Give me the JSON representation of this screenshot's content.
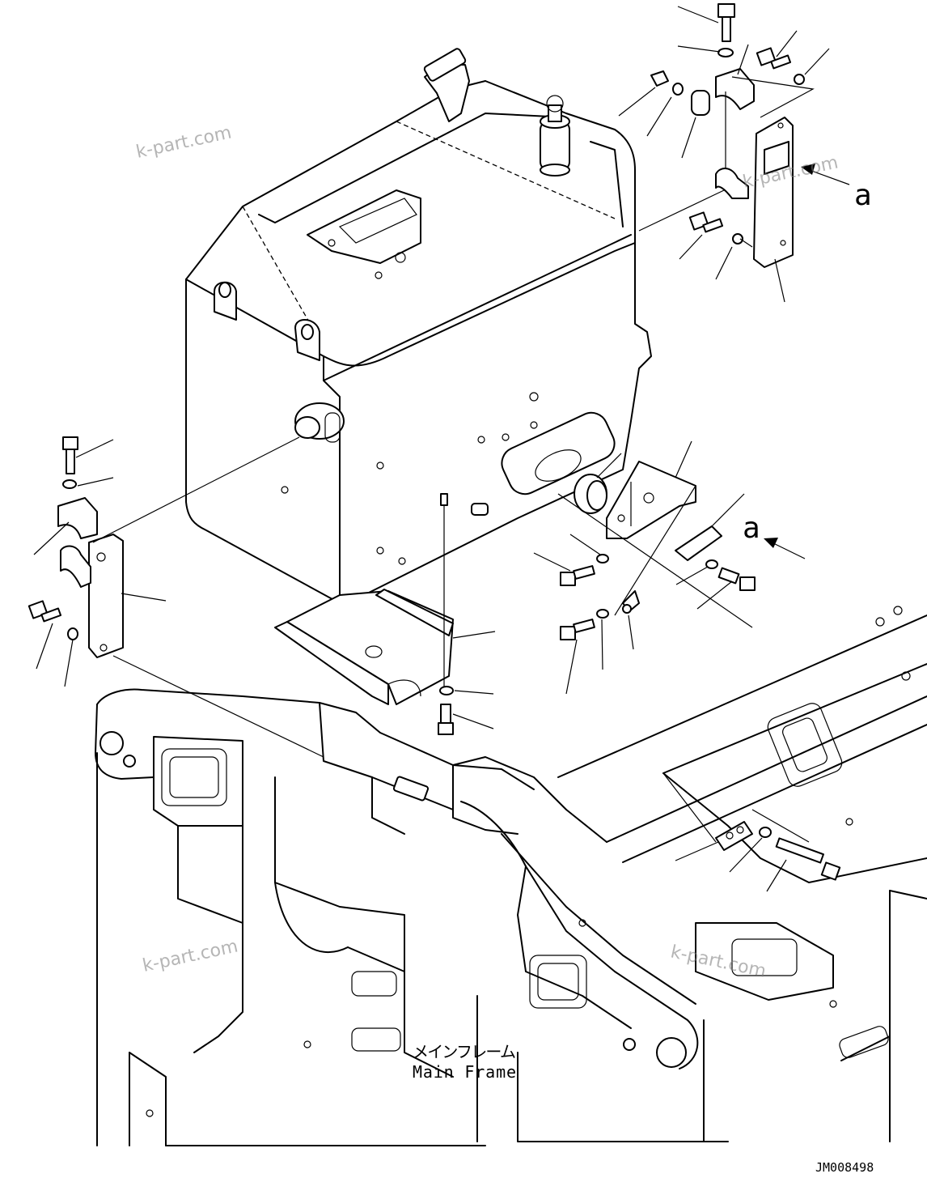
{
  "labels": {
    "view_marker_upper": "a",
    "view_marker_lower": "a",
    "frame_label_jp": "メインフレーム",
    "frame_label_en": "Main Frame",
    "drawing_number": "JM008498"
  },
  "watermarks": [
    "k-part.com",
    "k-part.com",
    "k-part.com",
    "k-part.com"
  ],
  "colors": {
    "line": "#000000",
    "background": "#ffffff",
    "watermark": "#7a7a7a"
  }
}
